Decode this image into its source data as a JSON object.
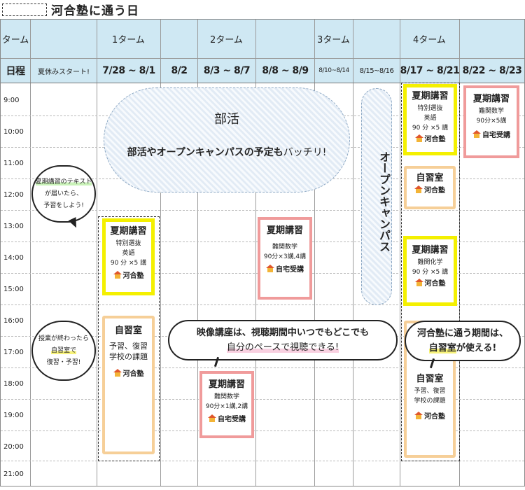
{
  "page_title": "河合塾に通う日",
  "header": {
    "term_label": "ターム",
    "schedule_label": "日程",
    "terms": [
      "1ターム",
      "2ターム",
      "3ターム",
      "4ターム"
    ],
    "dates": [
      "夏休みスタート!",
      "7/28 ~ 8/1",
      "8/2",
      "8/3 ~ 8/7",
      "8/8 ~ 8/9",
      "8/10~8/14",
      "8/15~8/16",
      "8/17 ~ 8/21",
      "8/22 ~ 8/23"
    ]
  },
  "times": [
    "9:00",
    "10:00",
    "11:00",
    "12:00",
    "13:00",
    "14:00",
    "15:00",
    "16:00",
    "17:00",
    "18:00",
    "19:00",
    "20:00",
    "21:00"
  ],
  "club": {
    "title": "部活",
    "text_a": "部活やオープンキャンパスの予定も",
    "text_b": "バッチリ!"
  },
  "open_campus": "オープンキャンパス",
  "bubbles": {
    "text_arrived": {
      "l1": "夏期講習のテキスト",
      "l2": "が届いたら、",
      "l3": "予習をしよう!"
    },
    "after_class": {
      "l1": "授業が終わったら",
      "l2": "自習室で",
      "l3": "復習・予習!"
    },
    "video": {
      "l1": "映像講座は、視聴期間中いつでもどこでも",
      "l2": "自分のペースで視聴できる!"
    },
    "study_room": {
      "l1": "河合塾に通う期間は、",
      "l2a": "自習室",
      "l2b": "が使える!"
    }
  },
  "cards": {
    "t1_course": {
      "title": "夏期講習",
      "l1": "特別選抜",
      "l2": "英語",
      "l3": "90 分 ×5 講",
      "place": "河合塾"
    },
    "t1_study": {
      "title": "自習室",
      "l1": "予習、復習",
      "l2": "学校の課題",
      "place": "河合塾"
    },
    "t2_math_top": {
      "title": "夏期講習",
      "l1": "難関数学",
      "l2": "90分×3講,4講",
      "place": "自宅受講"
    },
    "t2_math_bottom": {
      "title": "夏期講習",
      "l1": "難関数学",
      "l2": "90分×1講,2講",
      "place": "自宅受講"
    },
    "t4_english": {
      "title": "夏期講習",
      "l1": "特別選抜",
      "l2": "英語",
      "l3": "90 分 ×5 講",
      "place": "河合塾"
    },
    "t4_study_am": {
      "title": "自習室",
      "place": "河合塾"
    },
    "t4_chem": {
      "title": "夏期講習",
      "l1": "難関化学",
      "l2": "90 分 ×5 講",
      "place": "河合塾"
    },
    "t4_study_pm": {
      "title": "自習室",
      "l1": "予習、復習",
      "l2": "学校の課題",
      "place": "河合塾"
    },
    "last_math": {
      "title": "夏期講習",
      "l1": "難関数学",
      "l2": "90分×5講",
      "place": "自宅受講"
    }
  }
}
